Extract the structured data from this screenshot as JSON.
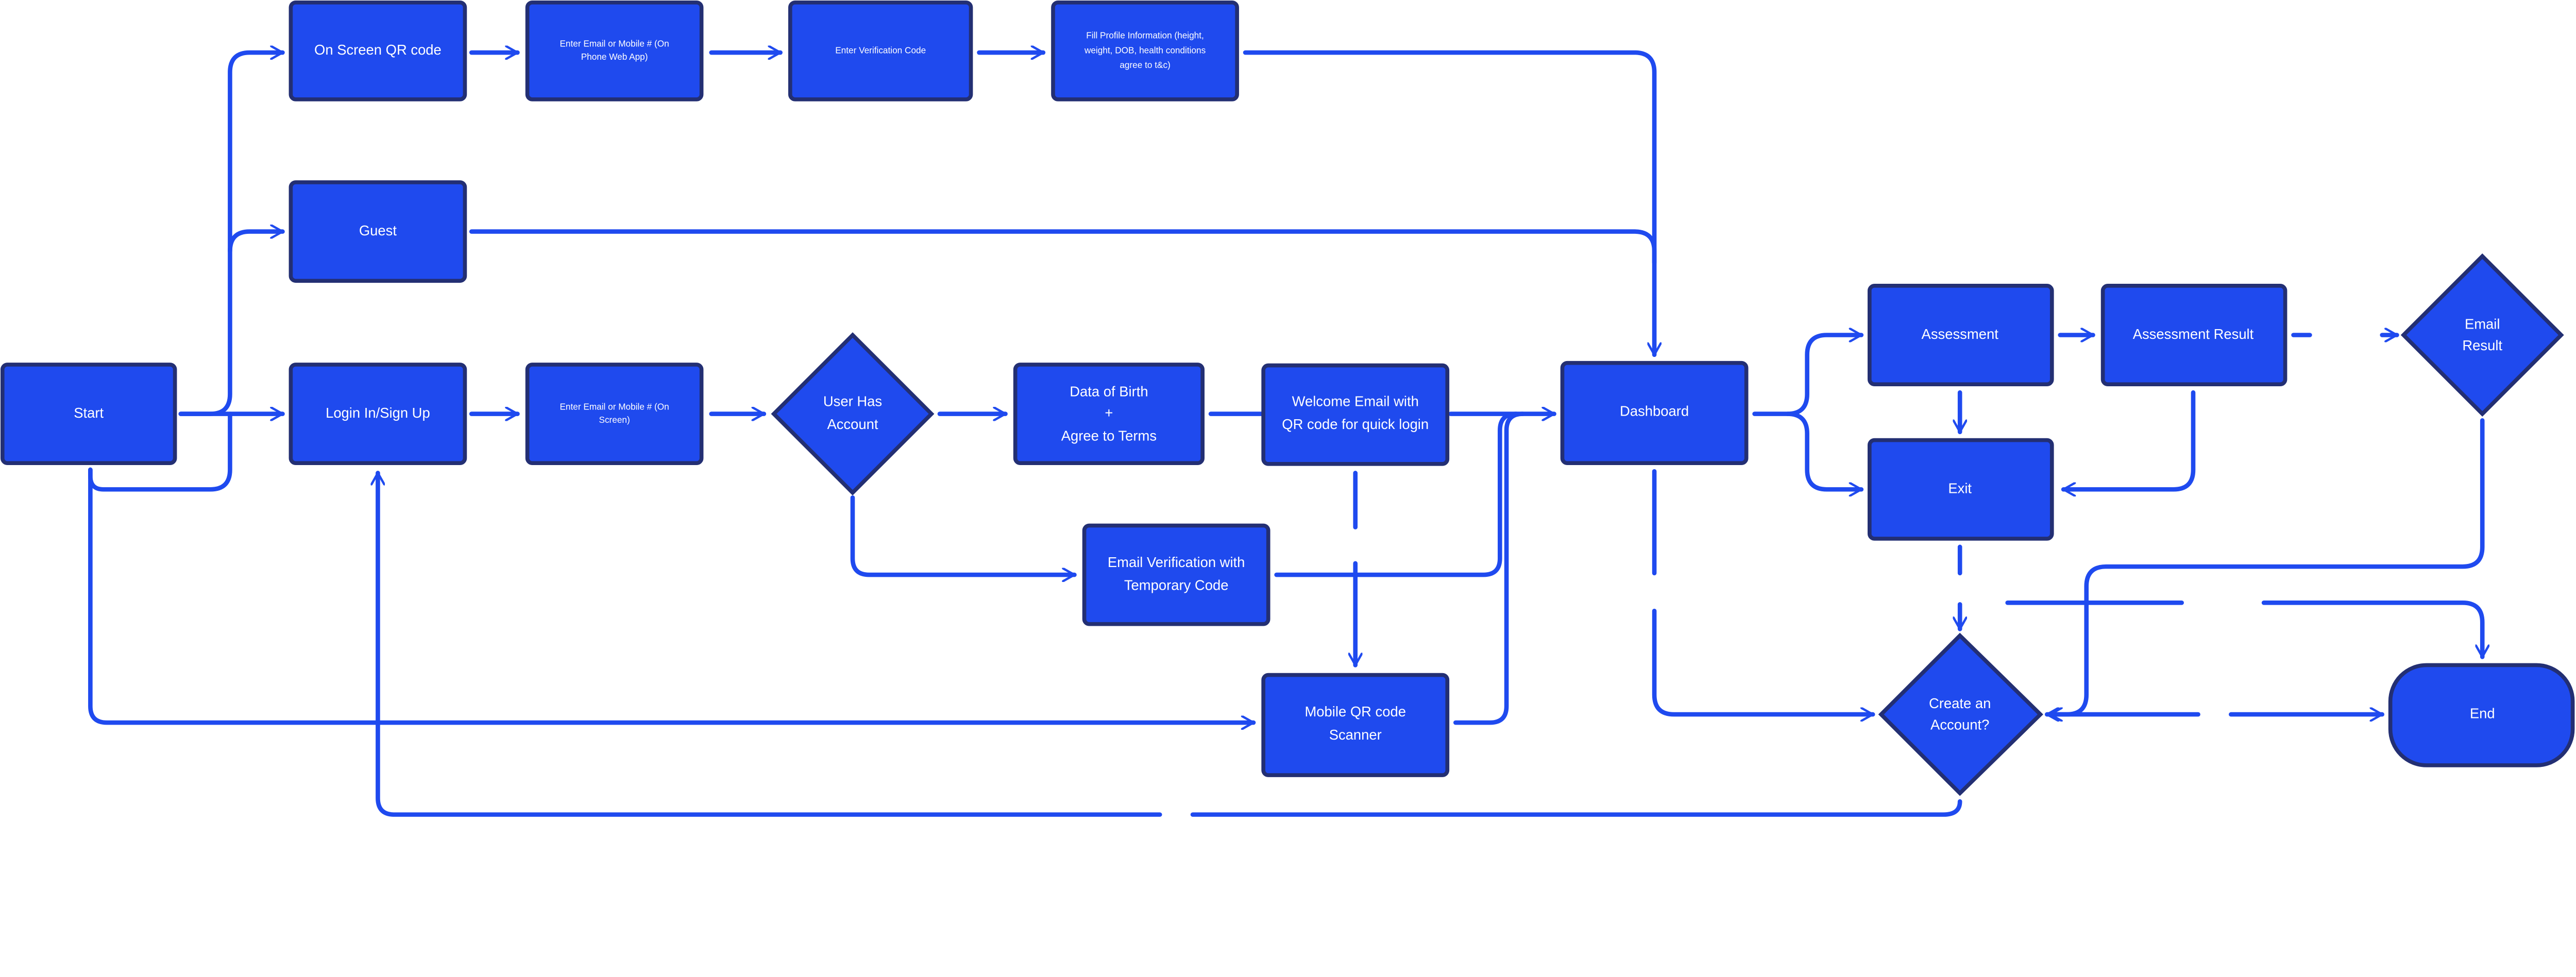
{
  "colors": {
    "node_fill": "#1f4aee",
    "node_border": "#232f73",
    "edge": "#1f4aef",
    "label": "#ffffff",
    "background": "#ffffff"
  },
  "nodes": {
    "start": {
      "lines": [
        "Start"
      ],
      "shape": "rectangle"
    },
    "on_screen_qr": {
      "lines": [
        "On Screen QR code"
      ],
      "shape": "rectangle"
    },
    "enter_email_phone": {
      "lines": [
        "Enter Email or Mobile # (On",
        "Phone Web App)"
      ],
      "shape": "rectangle"
    },
    "enter_verification": {
      "lines": [
        "Enter Verification Code"
      ],
      "shape": "rectangle"
    },
    "fill_profile": {
      "lines": [
        "Fill Profile Information (height,",
        "weight, DOB, health conditions",
        "agree to t&c)"
      ],
      "shape": "rectangle"
    },
    "guest": {
      "lines": [
        "Guest"
      ],
      "shape": "rectangle"
    },
    "login": {
      "lines": [
        "Login In/Sign Up"
      ],
      "shape": "rectangle"
    },
    "enter_email_screen": {
      "lines": [
        "Enter Email or Mobile # (On",
        "Screen)"
      ],
      "shape": "rectangle"
    },
    "user_has_account": {
      "lines": [
        "User Has",
        "Account"
      ],
      "shape": "diamond"
    },
    "dob_terms": {
      "lines": [
        "Data of Birth",
        "+",
        "Agree to Terms"
      ],
      "shape": "rectangle"
    },
    "welcome_email": {
      "lines": [
        "Welcome Email with",
        "QR code for quick login"
      ],
      "shape": "rectangle"
    },
    "email_verification": {
      "lines": [
        "Email Verification with",
        "Temporary Code"
      ],
      "shape": "rectangle"
    },
    "mobile_qr": {
      "lines": [
        "Mobile QR code",
        "Scanner"
      ],
      "shape": "rectangle"
    },
    "dashboard": {
      "lines": [
        "Dashboard"
      ],
      "shape": "rectangle"
    },
    "assessment": {
      "lines": [
        "Assessment"
      ],
      "shape": "rectangle"
    },
    "assessment_result": {
      "lines": [
        "Assessment Result"
      ],
      "shape": "rectangle"
    },
    "email_result": {
      "lines": [
        "Email",
        "Result"
      ],
      "shape": "diamond"
    },
    "exit": {
      "lines": [
        "Exit"
      ],
      "shape": "rectangle"
    },
    "create_account": {
      "lines": [
        "Create an",
        "Account?"
      ],
      "shape": "diamond"
    },
    "end": {
      "lines": [
        "End"
      ],
      "shape": "rounded-terminal"
    }
  }
}
